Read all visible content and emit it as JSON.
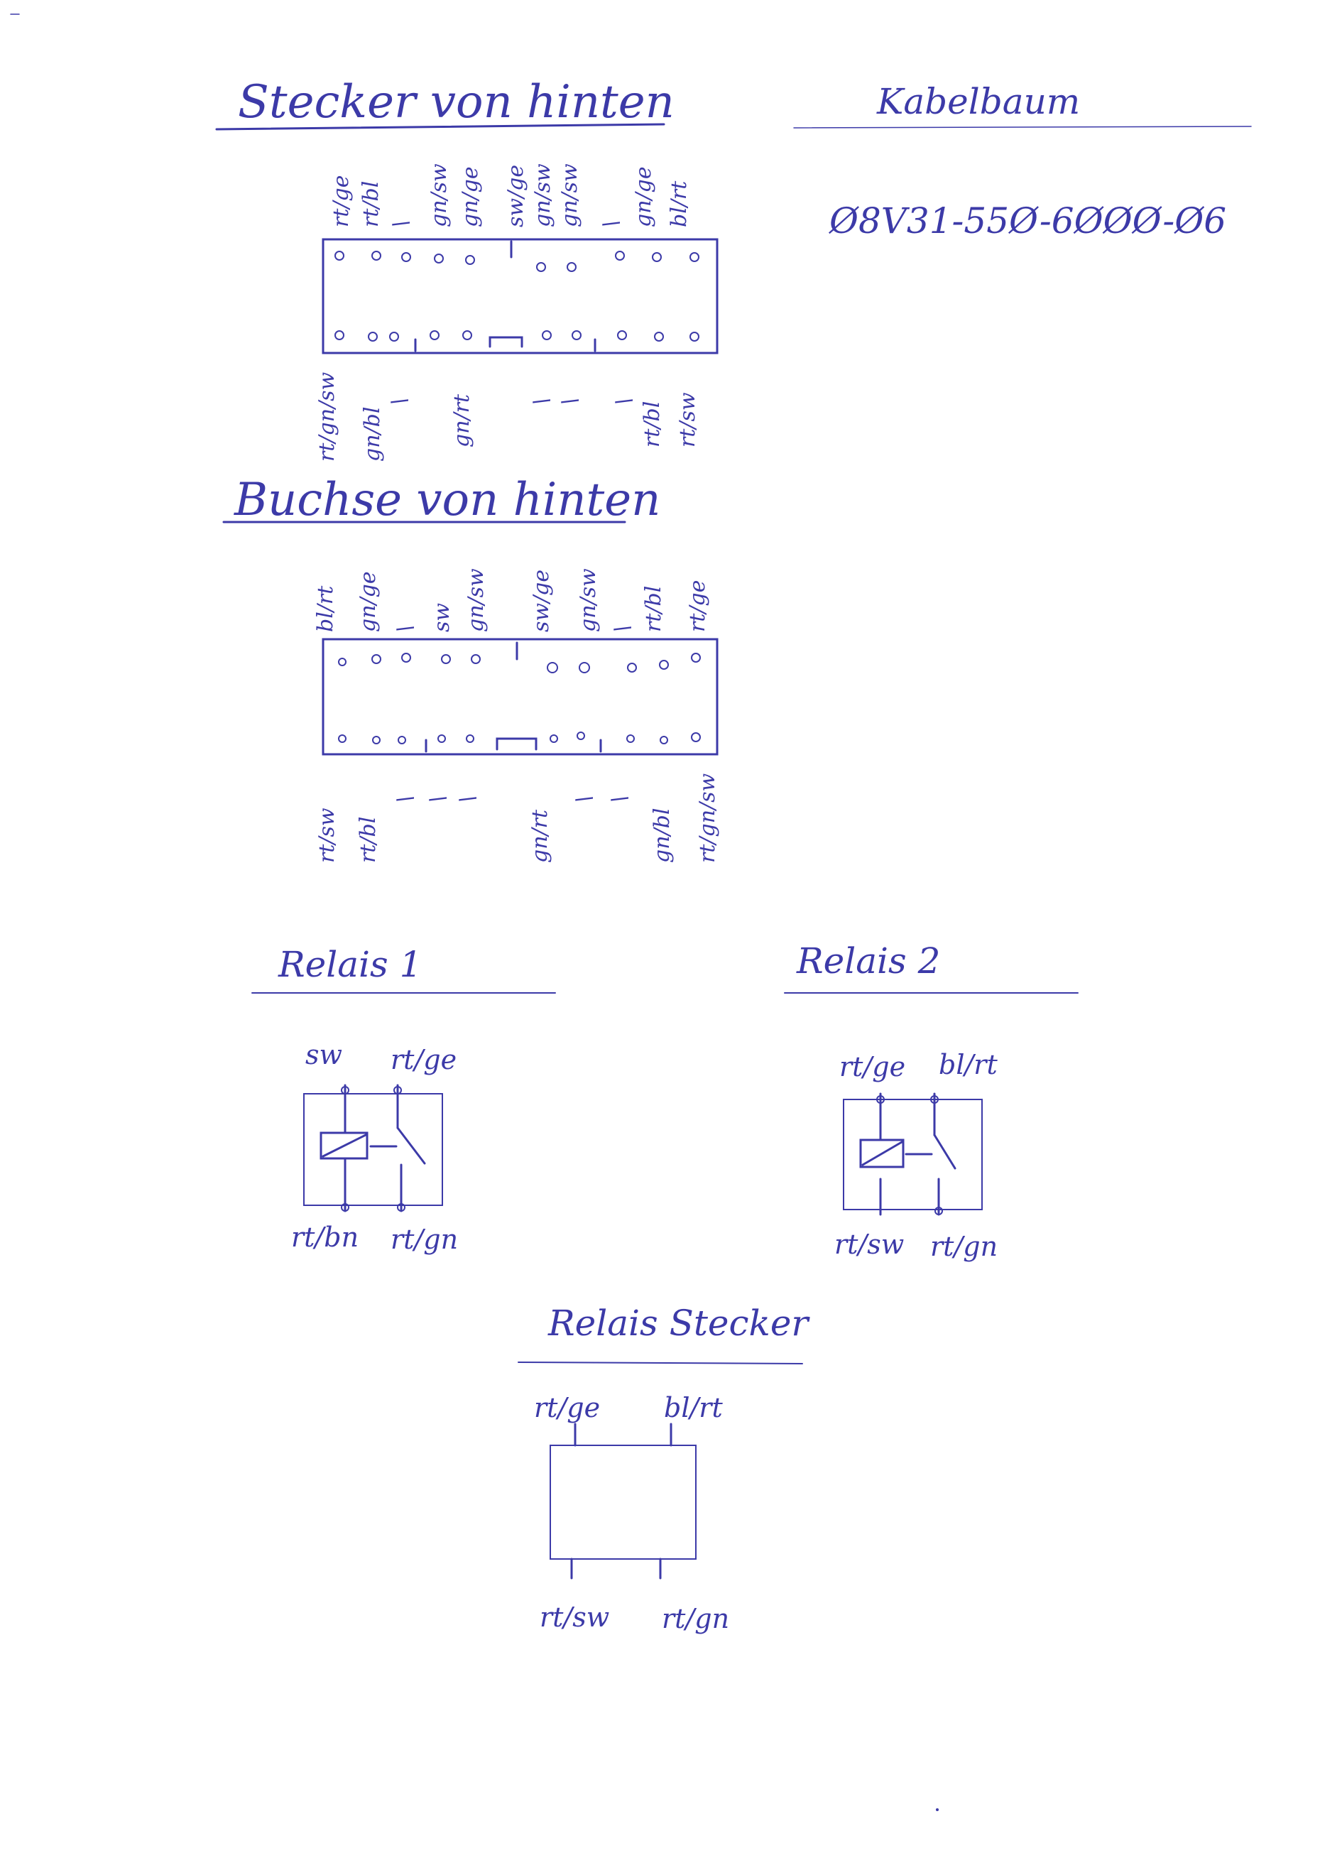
{
  "stecker": {
    "title": "Stecker von hinten",
    "top_labels": [
      "rt/ge",
      "rt/bl",
      "\\",
      "gn/sw",
      "gn/ge",
      "sw/ge",
      "gn/sw",
      "gn/sw",
      "\\",
      "gn/ge",
      "bl/rt"
    ],
    "bottom_labels": [
      "rt/gn/sw",
      "gn/bl",
      "\\",
      "gn/rt",
      "\\",
      "\\",
      "\\",
      "rt/bl",
      "rt/sw"
    ]
  },
  "buchse": {
    "title": "Buchse von hinten",
    "top_labels": [
      "bl/rt",
      "gn/ge",
      "\\",
      "sw",
      "gn/sw",
      "sw/ge",
      "gn/sw",
      "\\",
      "rt/bl",
      "rt/ge"
    ],
    "bottom_labels": [
      "rt/sw",
      "rt/bl",
      "\\",
      "\\",
      "\\",
      "gn/rt",
      "\\",
      "\\",
      "gn/bl",
      "rt/gn/sw"
    ]
  },
  "kabelbaum": {
    "title": "Kabelbaum",
    "part_number": "Ø8V31-55Ø-6ØØØ-Ø6"
  },
  "relais1": {
    "title": "Relais 1",
    "top_left": "sw",
    "top_right": "rt/ge",
    "bottom_left": "rt/bn",
    "bottom_right": "rt/gn"
  },
  "relais2": {
    "title": "Relais 2",
    "top_left": "rt/ge",
    "top_right": "bl/rt",
    "bottom_left": "rt/sw",
    "bottom_right": "rt/gn"
  },
  "relais_stecker": {
    "title": "Relais Stecker",
    "top_left": "rt/ge",
    "top_right": "bl/rt",
    "bottom_left": "rt/sw",
    "bottom_right": "rt/gn"
  }
}
